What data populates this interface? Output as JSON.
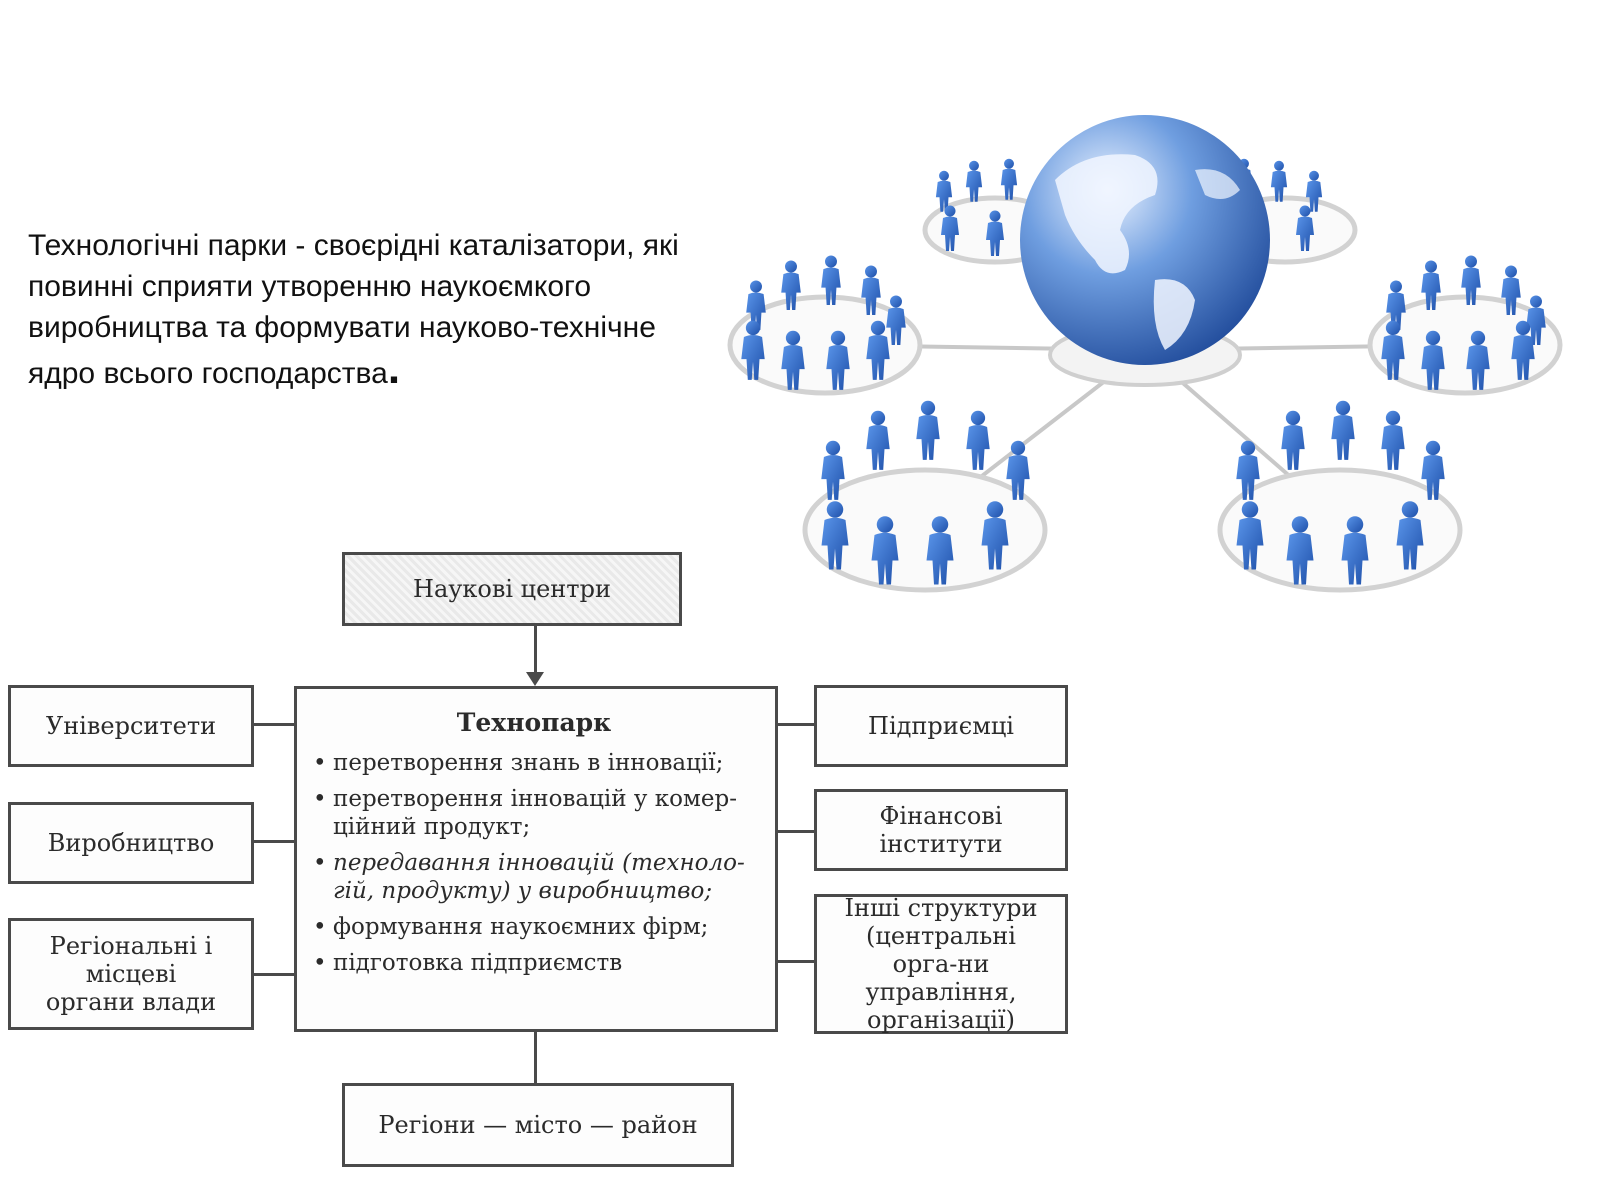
{
  "intro": {
    "text": "Технологічні парки -  своєрідні каталізатори, які повинні сприяти утворенню наукоємкого виробництва та формувати науково-технічне ядро всього господарства",
    "end_mark": "."
  },
  "illustration": {
    "icon": "globe-people-network-icon",
    "colors": {
      "people": "#2f6fcf",
      "globe": "#5b8fd6",
      "ring": "#d4d4d4"
    }
  },
  "diagram": {
    "top_box": "Наукові центри",
    "center_box": {
      "title": "Технопарк",
      "bullets": [
        "перетворення знань в інновації;",
        "перетворення інновацій у комер-ційний продукт;",
        "передавання інновацій (техноло-гій, продукту) у виробництво;",
        "формування наукоємних фірм;",
        "підготовка підприємств"
      ]
    },
    "left_boxes": [
      "Університети",
      "Виробництво",
      "Регіональні і місцеві органи влади"
    ],
    "right_boxes": [
      "Підприємці",
      "Фінансові інститути",
      "Інші структури (центральні орга-ни управління, організації)"
    ],
    "bottom_box": "Регіони — місто — район"
  }
}
